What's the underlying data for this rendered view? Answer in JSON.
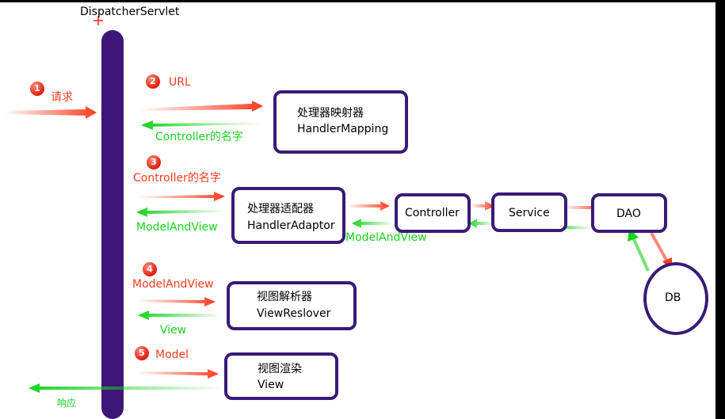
{
  "title": "DispatcherServlet",
  "steps": [
    {
      "num": "1",
      "label": "请求"
    },
    {
      "num": "2",
      "label": "URL"
    },
    {
      "num": "3",
      "label": "Controller的名字"
    },
    {
      "num": "4",
      "label": "ModelAndView"
    },
    {
      "num": "5",
      "label": "Model"
    }
  ],
  "returns": {
    "controller_name": "Controller的名字",
    "model_and_view_1": "ModelAndView",
    "model_and_view_2": "ModelAndView",
    "view": "View",
    "response": "响应"
  },
  "boxes": {
    "handler_mapping": {
      "line1": "处理器映射器",
      "line2": "HandlerMapping"
    },
    "handler_adaptor": {
      "line1": "处理器适配器",
      "line2": "HandlerAdaptor"
    },
    "view_resolver": {
      "line1": "视图解析器",
      "line2": "ViewReslover"
    },
    "view_render": {
      "line1": "视图渲染",
      "line2": "View"
    },
    "controller": "Controller",
    "service": "Service",
    "dao": "DAO",
    "db": "DB"
  },
  "colors": {
    "request_arrow": "#ff3b1f",
    "return_arrow": "#19d21f",
    "border": "#3a1a78"
  }
}
